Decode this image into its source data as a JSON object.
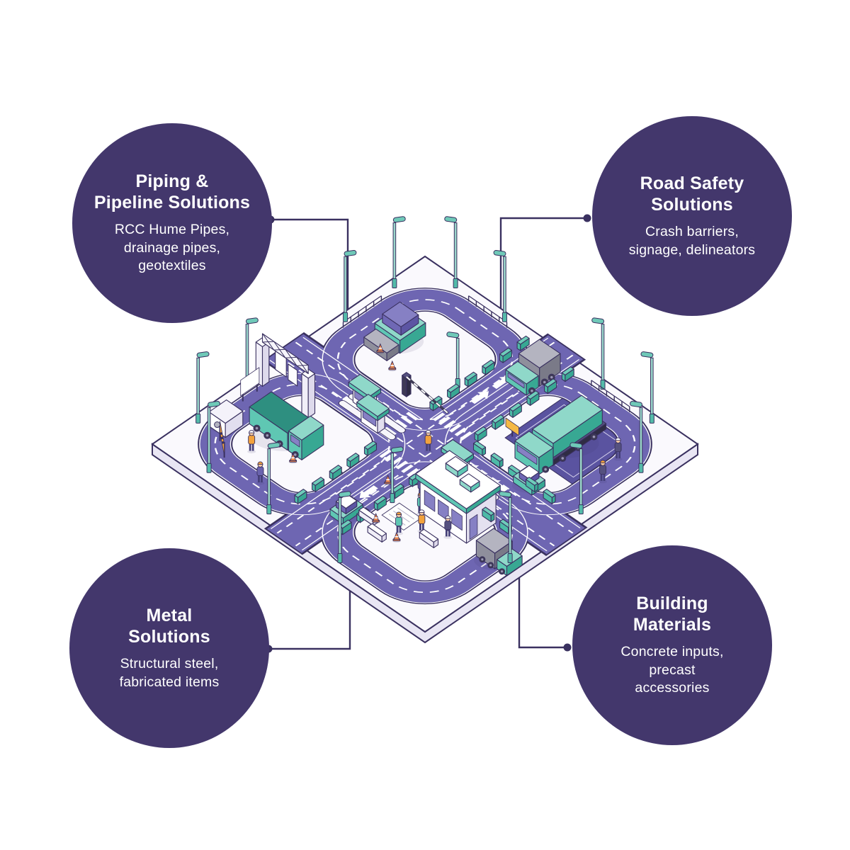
{
  "callouts": [
    {
      "id": "piping-pipeline-solutions",
      "title": "Piping &\nPipeline Solutions",
      "body": "RCC Hume Pipes,\ndrainage pipes,\ngeotextiles"
    },
    {
      "id": "road-safety-solutions",
      "title": "Road Safety\nSolutions",
      "body": "Crash barriers,\nsignage, delineators"
    },
    {
      "id": "metal-solutions",
      "title": "Metal\nSolutions",
      "body": "Structural steel,\nfabricated items"
    },
    {
      "id": "building-materials",
      "title": "Building\nMaterials",
      "body": "Concrete inputs,\nprecast\naccessories"
    }
  ],
  "colors": {
    "circle_bg": "#43376C",
    "text": "#FFFFFF",
    "connector": "#3A3160",
    "outline": "#3A3160",
    "road": "#6E66B2",
    "road_dark": "#5A53A0",
    "platform": "#FAF9FD",
    "slab": "#E9E6F4",
    "teal": "#5FC7B3",
    "teal_dark": "#38A893",
    "teal_light": "#8FD8C9",
    "pole": "#9AD6CA",
    "gray": "#8F8F9C",
    "gray_light": "#B4B4C0",
    "cab_window": "#8680C4",
    "orange": "#F2A23C",
    "cone": "#EE8A4E",
    "skin": "#F3C9A4",
    "yellow_sign": "#F5B945",
    "figure_dark": "#454079",
    "white": "#FFFFFF"
  },
  "illustration": {
    "elements": [
      "isometric-road-site",
      "toll-booths",
      "toll-gantry",
      "boom-barrier",
      "asphalt-paver",
      "dump-truck",
      "tanker-truck",
      "box-truck",
      "delivery-van",
      "car",
      "site-office-building",
      "street-lamps",
      "guardrail-barriers",
      "traffic-cones",
      "construction-workers",
      "warning-sign",
      "billboard",
      "blueprint",
      "concrete-barriers",
      "crosswalks",
      "road-arrows"
    ]
  }
}
